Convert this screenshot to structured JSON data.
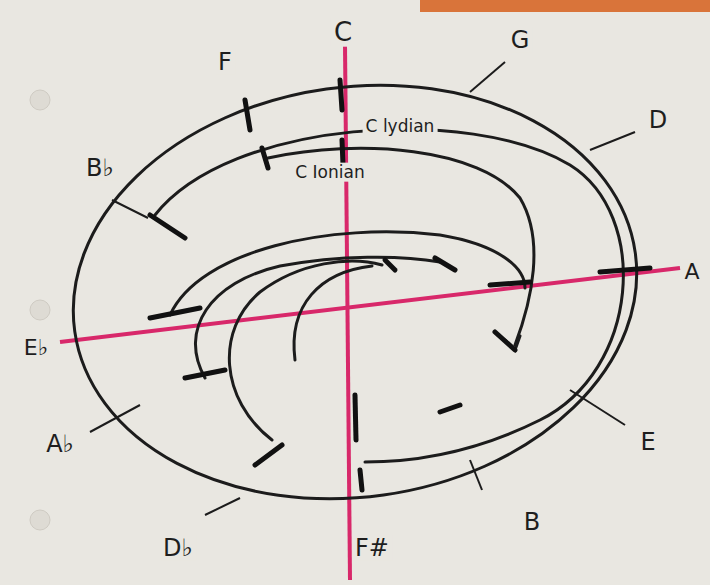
{
  "diagram": {
    "labels": [
      "C",
      "G",
      "D",
      "A",
      "E",
      "B",
      "F#",
      "D♭",
      "A♭",
      "E♭",
      "B♭",
      "F",
      "C lydian",
      "C Ionian"
    ]
  }
}
